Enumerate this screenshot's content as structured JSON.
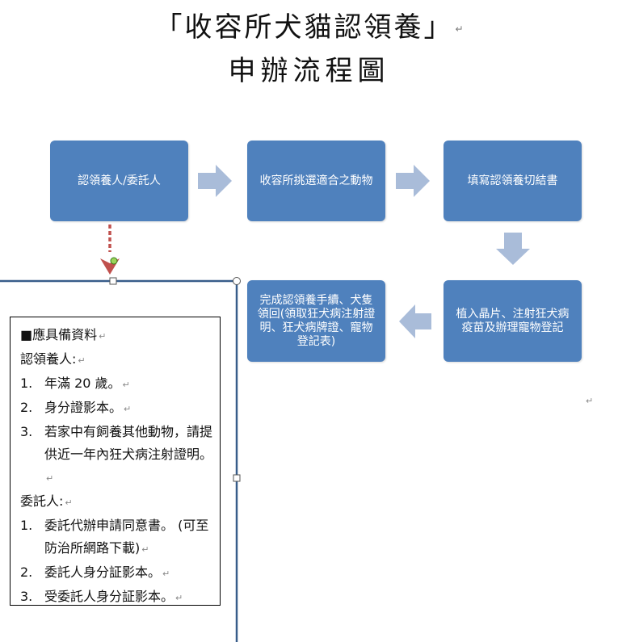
{
  "title": {
    "line1": "「收容所犬貓認領養」",
    "line2": "申辦流程圖"
  },
  "flow": {
    "step1": "認領養人/委託人",
    "step2": "收容所挑選適合之動物",
    "step3": "填寫認領養切結書",
    "step4": "植入晶片、注射狂犬病疫苗及辦理寵物登記",
    "step5": "完成認領養手續、犬隻領回(領取狂犬病注射證明、狂犬病牌證、寵物登記表)"
  },
  "requirements": {
    "heading": "■應具備資料",
    "adopter_label": "認領養人:",
    "adopter_items": [
      {
        "num": "1.",
        "text": "年滿 20 歲。"
      },
      {
        "num": "2.",
        "text": "身分證影本。"
      },
      {
        "num": "3.",
        "text": "若家中有飼養其他動物，請提供近一年內狂犬病注射證明。"
      }
    ],
    "agent_label": "委託人:",
    "agent_items": [
      {
        "num": "1.",
        "text": "委託代辦申請同意書。 (可至防治所網路下載)"
      },
      {
        "num": "2.",
        "text": "委託人身分証影本。"
      },
      {
        "num": "3.",
        "text": "受委託人身分証影本。"
      }
    ]
  },
  "colors": {
    "box": "#4f81bd",
    "arrow": "#a9bcd9",
    "connector": "#c0504d",
    "frame": "#385d8a"
  }
}
